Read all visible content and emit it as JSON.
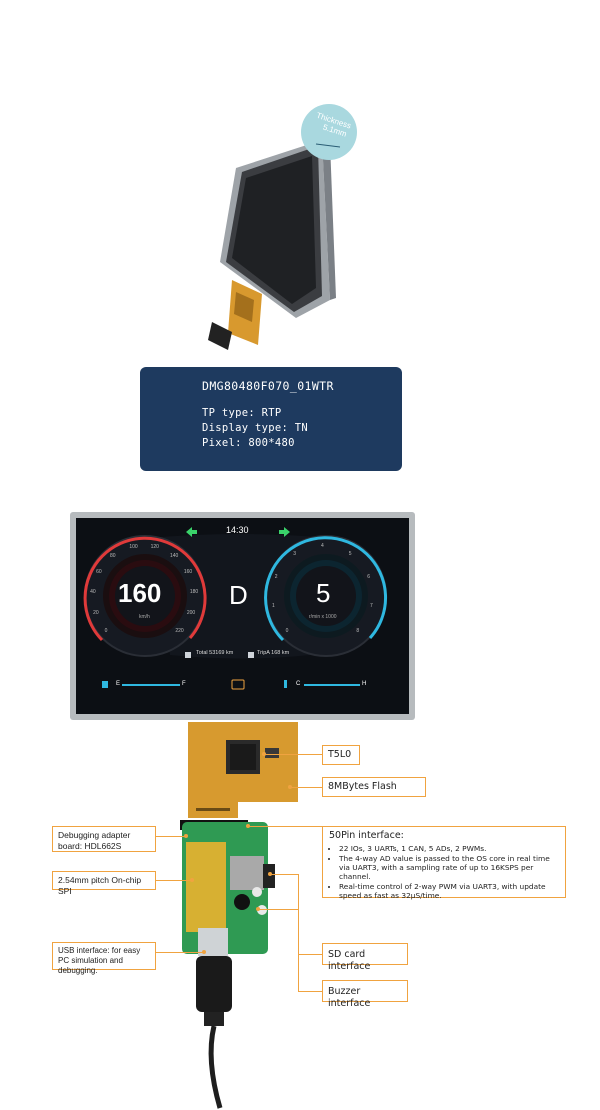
{
  "top_product": {
    "thickness_label": "Thickness",
    "thickness_value": "5.1mm"
  },
  "spec_card": {
    "model": "DMG80480F070_01WTR",
    "tp_type": "TP type: RTP",
    "display_type": "Display type: TN",
    "pixel": "Pixel: 800*480"
  },
  "dashboard": {
    "time": "14:30",
    "speed_value": "160",
    "speed_unit": "km/h",
    "speed_ticks": [
      "0",
      "20",
      "40",
      "60",
      "80",
      "100",
      "120",
      "140",
      "160",
      "180",
      "200",
      "220"
    ],
    "gear": "D",
    "rpm_value": "5",
    "rpm_unit": "r/min x 1000",
    "rpm_ticks": [
      "0",
      "1",
      "2",
      "3",
      "4",
      "5",
      "6",
      "7",
      "8"
    ],
    "total_label": "Total 53169 km",
    "trip_label": "TripA 168 km",
    "fuel_empty": "E",
    "fuel_full": "F",
    "temp_cold": "C",
    "temp_hot": "H",
    "colors": {
      "accent_red": "#e03a3a",
      "accent_cyan": "#2fb8e0",
      "arrow_green": "#3ad26a"
    }
  },
  "callouts": {
    "t5l0": "T5L0",
    "flash": "8MBytes Flash",
    "debug_board": "Debugging adapter board: HDL662S",
    "spi": "2.54mm pitch On-chip SPI",
    "usb": "USB interface: for easy PC simulation and debugging.",
    "interface_title": "50Pin interface:",
    "interface_items": [
      "22 IOs, 3 UARTs, 1 CAN, 5 ADs, 2 PWMs.",
      "The 4-way AD value is passed to the OS core in real time via UART3, with a sampling rate of up to 16KSPS per channel.",
      "Real-time control of 2-way PWM via UART3, with update speed as fast as 32μS/time."
    ],
    "sd_card": "SD card interface",
    "buzzer": "Buzzer interface"
  },
  "icons": [
    "thickness-badge",
    "fuel-pump-icon",
    "temperature-icon",
    "odometer-icon",
    "trip-icon",
    "left-arrow-icon",
    "right-arrow-icon",
    "engine-warning-icon"
  ]
}
